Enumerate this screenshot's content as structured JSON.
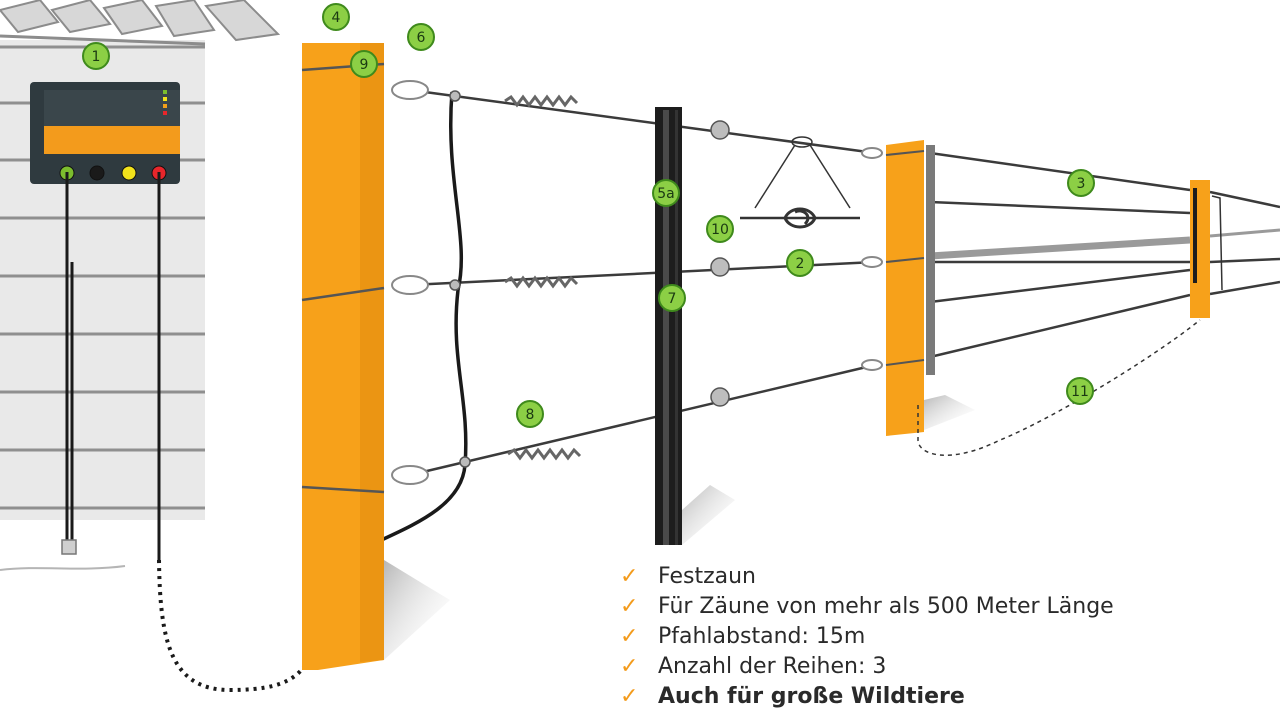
{
  "diagram": {
    "badges": [
      {
        "id": "energizer",
        "label": "1"
      },
      {
        "id": "wire",
        "label": "2"
      },
      {
        "id": "wire-far",
        "label": "3"
      },
      {
        "id": "post-corner",
        "label": "4"
      },
      {
        "id": "post-metal",
        "label": "5a"
      },
      {
        "id": "insulator-end",
        "label": "6"
      },
      {
        "id": "insulator-line",
        "label": "7"
      },
      {
        "id": "tensioner",
        "label": "8"
      },
      {
        "id": "wire-tie",
        "label": "9"
      },
      {
        "id": "knot",
        "label": "10"
      },
      {
        "id": "ground-cable",
        "label": "11"
      }
    ],
    "energizer_lights": [
      "#7cbd2e",
      "#1a1a1a",
      "#f2e21b",
      "#e8262b"
    ]
  },
  "features": [
    {
      "text": "Festzaun",
      "bold": false
    },
    {
      "text": "Für Zäune von mehr als 500 Meter Länge",
      "bold": false
    },
    {
      "text": "Pfahlabstand: 15m",
      "bold": false
    },
    {
      "text": "Anzahl der Reihen: 3",
      "bold": false
    },
    {
      "text": "Auch für große Wildtiere",
      "bold": true
    }
  ],
  "check_symbol": "✓",
  "colors": {
    "post": "#f7a11a",
    "post_shade": "#e08a0c",
    "badge_fill": "#8ccf45",
    "badge_stroke": "#3f8a1c",
    "energizer_body": "#2f3a3f",
    "energizer_band": "#f39b1c"
  }
}
